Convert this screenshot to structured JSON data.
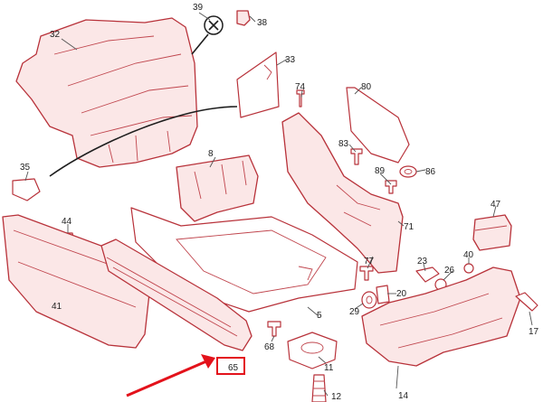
{
  "colors": {
    "part_outline": "#b8323a",
    "highlight": "#e3121b",
    "callout_text": "#222222"
  },
  "callouts": {
    "c39": "39",
    "c38": "38",
    "c32": "32",
    "c33": "33",
    "c74": "74",
    "c80": "80",
    "c35": "35",
    "c8": "8",
    "c83": "83",
    "c89": "89",
    "c86": "86",
    "c47": "47",
    "c44": "44",
    "c71": "71",
    "c23": "23",
    "c40": "40",
    "c26": "26",
    "c77": "77",
    "c41": "41",
    "c20": "20",
    "c29": "29",
    "c5": "5",
    "c68": "68",
    "c17": "17",
    "c65": "65",
    "c11": "11",
    "c12": "12",
    "c14": "14"
  },
  "highlight": {
    "target_part": "65",
    "shape": "box",
    "arrow": true
  }
}
